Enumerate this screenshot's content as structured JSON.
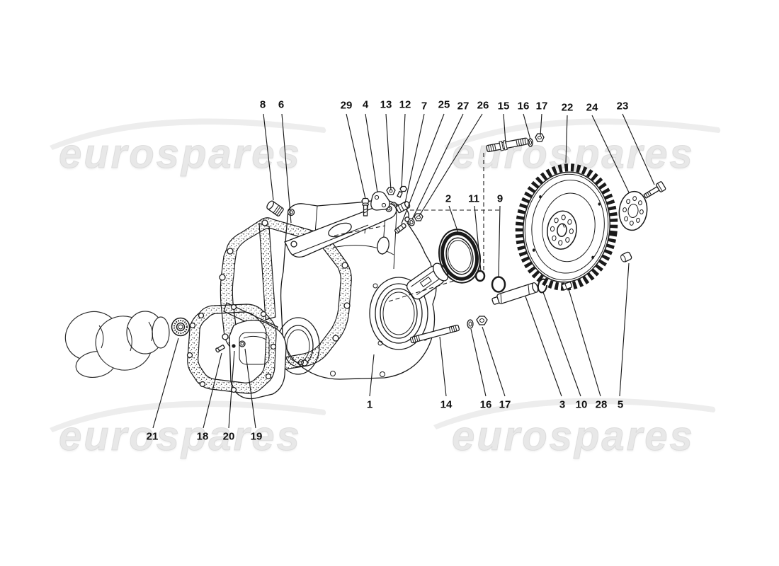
{
  "watermark": {
    "text": "eurospares"
  },
  "colors": {
    "line": "#1a1a1a",
    "background": "#ffffff",
    "watermark": "#e8e8e8"
  },
  "callouts": {
    "items": [
      {
        "label": "8"
      },
      {
        "label": "6"
      },
      {
        "label": "29"
      },
      {
        "label": "4"
      },
      {
        "label": "13"
      },
      {
        "label": "12"
      },
      {
        "label": "7"
      },
      {
        "label": "25"
      },
      {
        "label": "27"
      },
      {
        "label": "26"
      },
      {
        "label": "15"
      },
      {
        "label": "16"
      },
      {
        "label": "17"
      },
      {
        "label": "22"
      },
      {
        "label": "24"
      },
      {
        "label": "23"
      },
      {
        "label": "2"
      },
      {
        "label": "11"
      },
      {
        "label": "9"
      },
      {
        "label": "1"
      },
      {
        "label": "14"
      },
      {
        "label": "16"
      },
      {
        "label": "17"
      },
      {
        "label": "3"
      },
      {
        "label": "10"
      },
      {
        "label": "28"
      },
      {
        "label": "5"
      },
      {
        "label": "21"
      },
      {
        "label": "18"
      },
      {
        "label": "20"
      },
      {
        "label": "19"
      }
    ]
  }
}
